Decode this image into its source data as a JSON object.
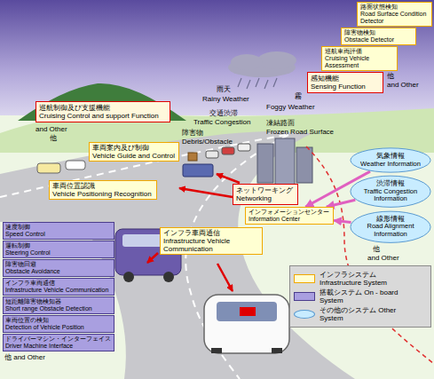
{
  "diagram": {
    "nodes": [
      {
        "text": [
          "路面状態検知",
          "Road Surface Condition Detector"
        ]
      },
      {
        "text": [
          "障害物検知",
          "Obstacle Detector"
        ]
      },
      {
        "text": [
          "巡航車両評価",
          "Cruising Vehicle Assessment"
        ]
      },
      {
        "text": [
          "感知機能",
          "Sensing Function"
        ]
      },
      {
        "text": [
          "巡航制御及び支援機能",
          "Cruising Control and support Function"
        ]
      },
      {
        "text": [
          "車両案内及び制御",
          "Vehicle Guide and Control"
        ]
      },
      {
        "text": [
          "車両位置認識",
          "Vehicle Positioning Recognition"
        ]
      },
      {
        "text": [
          "ネットワーキング",
          "Networking"
        ]
      },
      {
        "text": [
          "インフォメーションセンター",
          "Information Center"
        ]
      },
      {
        "text": [
          "気象情報",
          "Weather Information"
        ]
      },
      {
        "text": [
          "渋滞情報",
          "Traffic Congestion Information"
        ]
      },
      {
        "text": [
          "インフラ車両通信",
          "Infrastructure Vehicle Communication"
        ]
      },
      {
        "text": [
          "線形情報",
          "Road Alignment Information"
        ]
      },
      {
        "text": [
          "速度制御",
          "Speed Control"
        ]
      },
      {
        "text": [
          "運転制御",
          "Steering Control"
        ]
      },
      {
        "text": [
          "障害物回避",
          "Obstacle Avoidance"
        ]
      },
      {
        "text": [
          "インフラ車両通信",
          "Infrastructure Vehicle Communication"
        ]
      },
      {
        "text": [
          "短距離障害物検知器",
          "Short range Obstacle Detection"
        ]
      },
      {
        "text": [
          "車両位置の検知",
          "Detection of Vehicle Position"
        ]
      },
      {
        "text": [
          "ドライバーマシン・インターフェイス",
          "Driver Machine Interface"
        ]
      }
    ],
    "edges": [
      {
        "from": 9,
        "to": 8,
        "arrow": "to"
      },
      {
        "from": 10,
        "to": 8,
        "arrow": "to"
      },
      {
        "from": 12,
        "to": 8,
        "arrow": "to"
      }
    ],
    "labels": [
      "他",
      "and Other",
      "雨天",
      "Rainy Weather",
      "霧",
      "Foggy Weather",
      "交通渋滞",
      "Traffic Congestion",
      "凍結路面",
      "Frozen Road Surface",
      "and Other",
      "他",
      "障害物",
      "Debris/Obstacle",
      "他",
      "and Other",
      "他 and Other"
    ],
    "legend": [
      {
        "text": "インフラシステム Infrastructure System",
        "color": "#ffffd2"
      },
      {
        "text": "搭載システム On - board System",
        "color": "#a99fe0"
      },
      {
        "text": "その他のシステム Other System",
        "color": "#c8ecff"
      }
    ]
  }
}
